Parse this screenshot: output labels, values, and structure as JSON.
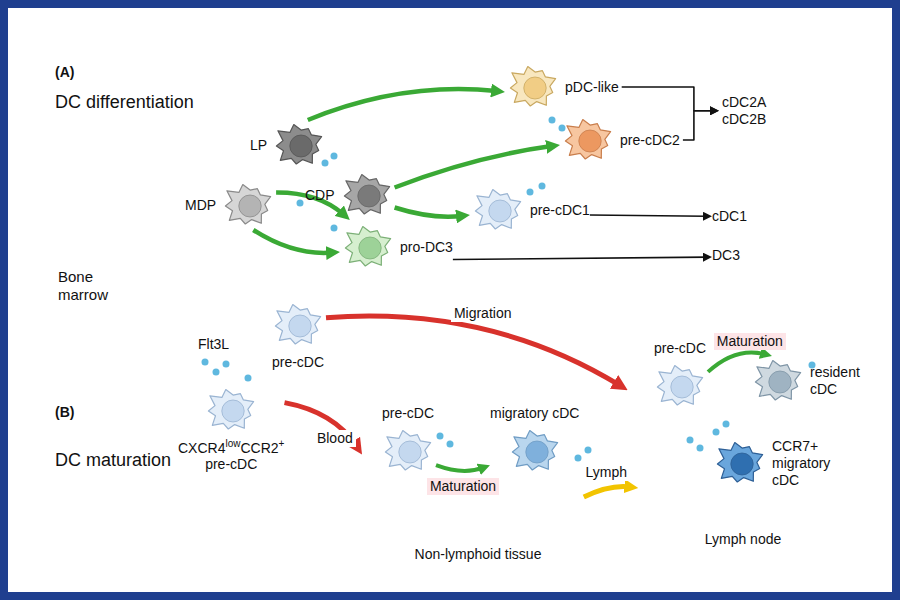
{
  "diagram": {
    "nodes": [
      {
        "text": [
          "LP"
        ]
      },
      {
        "text": [
          "CDP"
        ]
      },
      {
        "text": [
          "MDP"
        ]
      },
      {
        "text": [
          "pDC-like"
        ]
      },
      {
        "text": [
          "pre-cDC2"
        ]
      },
      {
        "text": [
          "pre-cDC1"
        ]
      },
      {
        "text": [
          "pro-DC3"
        ]
      },
      {
        "text": [
          "cDC2A cDC2B"
        ]
      },
      {
        "text": [
          "cDC1"
        ]
      },
      {
        "text": [
          "DC3"
        ]
      },
      {
        "text": [
          "CXCR4",
          "low",
          "CCR2",
          "+",
          "pre-cDC"
        ]
      },
      {
        "text": [
          "pre-cDC"
        ]
      },
      {
        "text": [
          "Non-lymphoid tissue"
        ]
      },
      {
        "text": [
          "pre-cDC"
        ],
        "in": 12
      },
      {
        "text": [
          "migratory cDC"
        ],
        "in": 12
      },
      {
        "text": [
          "Lymph node"
        ]
      },
      {
        "text": [
          "pre-cDC"
        ],
        "in": 15
      },
      {
        "text": [
          "resident cDC"
        ],
        "in": 15
      },
      {
        "text": [
          "CCR7+ migratory cDC"
        ],
        "in": 15
      }
    ],
    "edges": [
      {
        "from": 0,
        "to": 3,
        "arrow": "to"
      },
      {
        "from": 1,
        "to": 4,
        "arrow": "to"
      },
      {
        "from": 1,
        "to": 5,
        "arrow": "to"
      },
      {
        "from": 2,
        "to": 1,
        "arrow": "to"
      },
      {
        "from": 2,
        "to": 6,
        "arrow": "to"
      },
      {
        "from": 3,
        "to": 7,
        "arrow": "to"
      },
      {
        "from": 4,
        "to": 7,
        "arrow": "to"
      },
      {
        "from": 5,
        "to": 8,
        "arrow": "to"
      },
      {
        "from": 6,
        "to": 9,
        "arrow": "to"
      },
      {
        "from": 10,
        "to": 12,
        "label": "Blood",
        "arrow": "to"
      },
      {
        "from": 11,
        "to": 15,
        "label": "Migration",
        "arrow": "to"
      },
      {
        "from": 13,
        "to": 14,
        "label": "Maturation",
        "arrow": "to"
      },
      {
        "from": 12,
        "to": 15,
        "label": "Lymph",
        "arrow": "to"
      },
      {
        "from": 16,
        "to": 17,
        "label": "Maturation",
        "arrow": "to"
      }
    ],
    "labels": [
      "(A)",
      "DC differentiation",
      "Bone marrow",
      "Flt3L",
      "(B)",
      "DC maturation"
    ]
  }
}
